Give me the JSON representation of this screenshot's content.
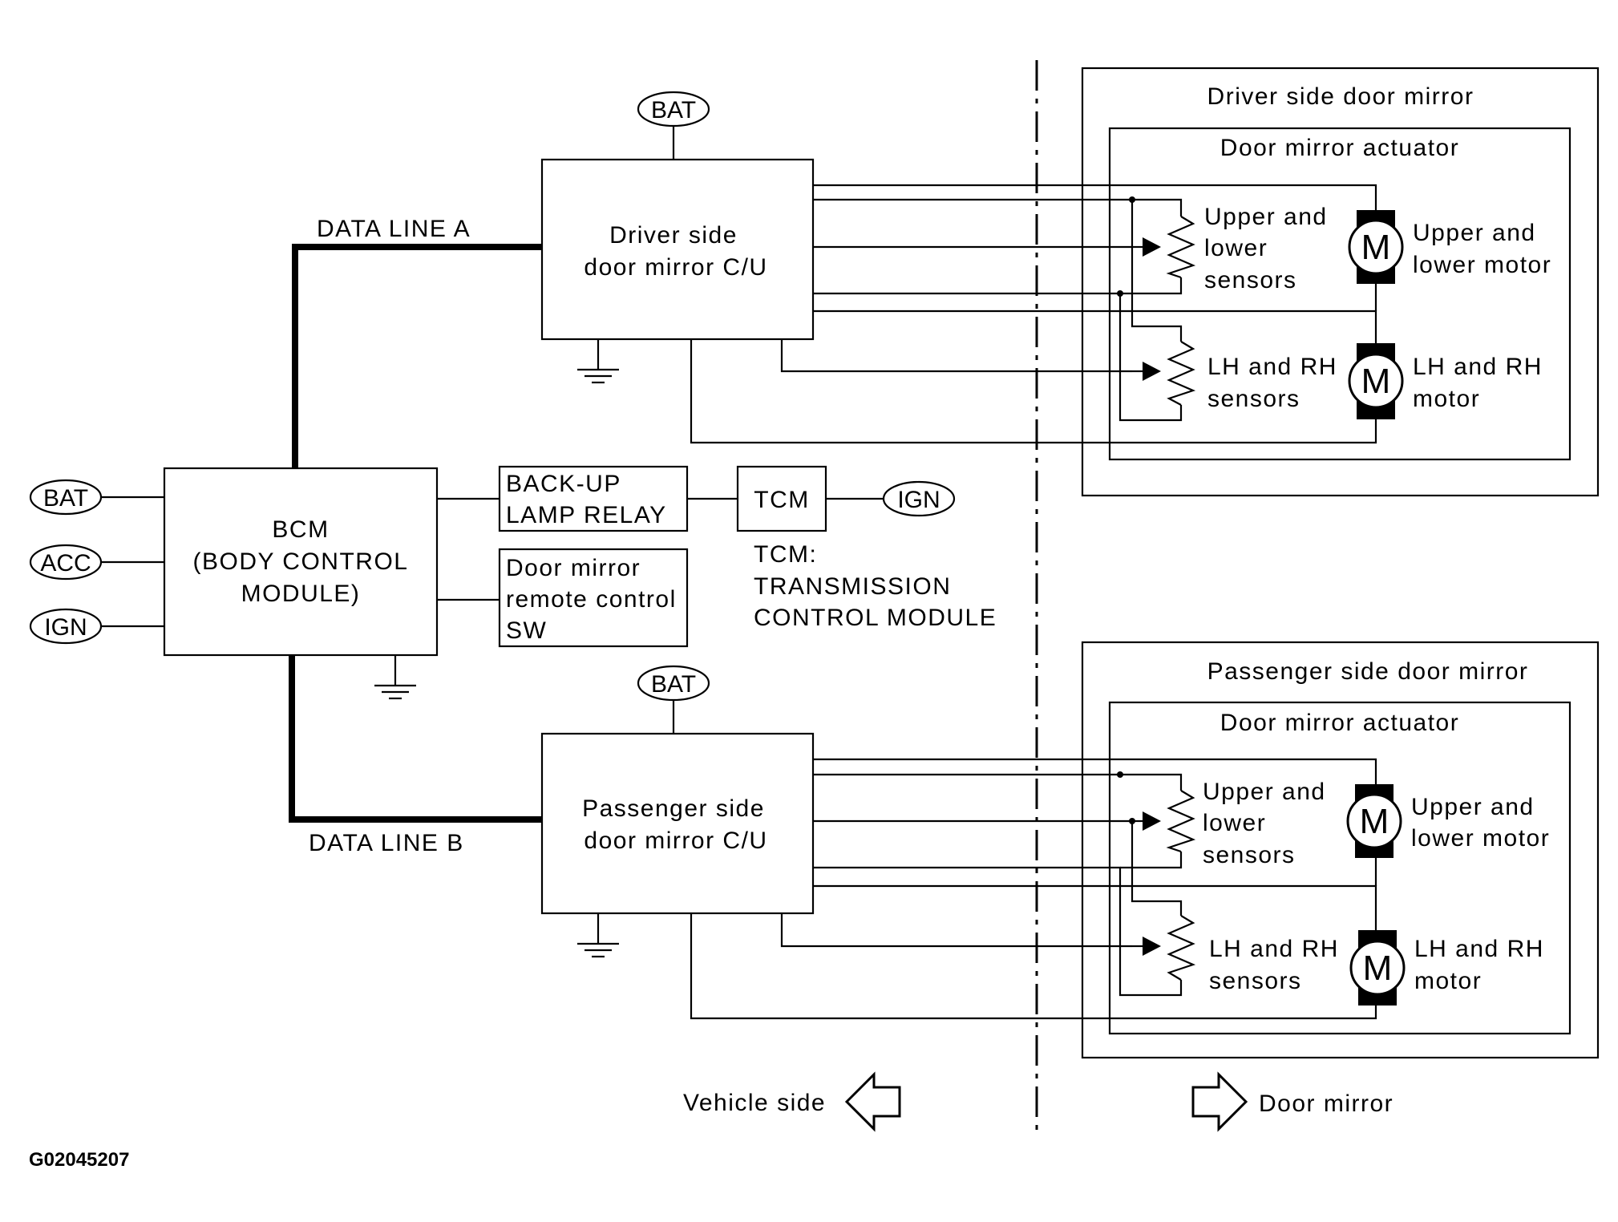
{
  "labels": {
    "data_line_a": "DATA LINE A",
    "data_line_b": "DATA LINE B",
    "driver_cu": [
      "Driver side",
      "door mirror C/U"
    ],
    "passenger_cu": [
      "Passenger side",
      "door mirror C/U"
    ],
    "bcm": [
      "BCM",
      "(BODY CONTROL",
      "MODULE)"
    ],
    "backup_relay": [
      "BACK-UP",
      "LAMP RELAY"
    ],
    "remote_sw": [
      "Door mirror",
      "remote control",
      "SW"
    ],
    "tcm": "TCM",
    "tcm_note": [
      "TCM:",
      "TRANSMISSION",
      "CONTROL MODULE"
    ],
    "driver_mirror": "Driver side door mirror",
    "passenger_mirror": "Passenger side door mirror",
    "actuator": "Door mirror actuator",
    "ud_sensors": [
      "Upper and",
      "lower",
      "sensors"
    ],
    "ud_motor": [
      "Upper and",
      "lower motor"
    ],
    "lr_sensors": [
      "LH and RH",
      "sensors"
    ],
    "lr_motor": [
      "LH and RH",
      "motor"
    ],
    "motor_symbol": "M",
    "vehicle_side": "Vehicle side",
    "door_mirror": "Door mirror",
    "figure_code": "G02045207"
  },
  "terminals": {
    "bat": "BAT",
    "acc": "ACC",
    "ign": "IGN"
  }
}
